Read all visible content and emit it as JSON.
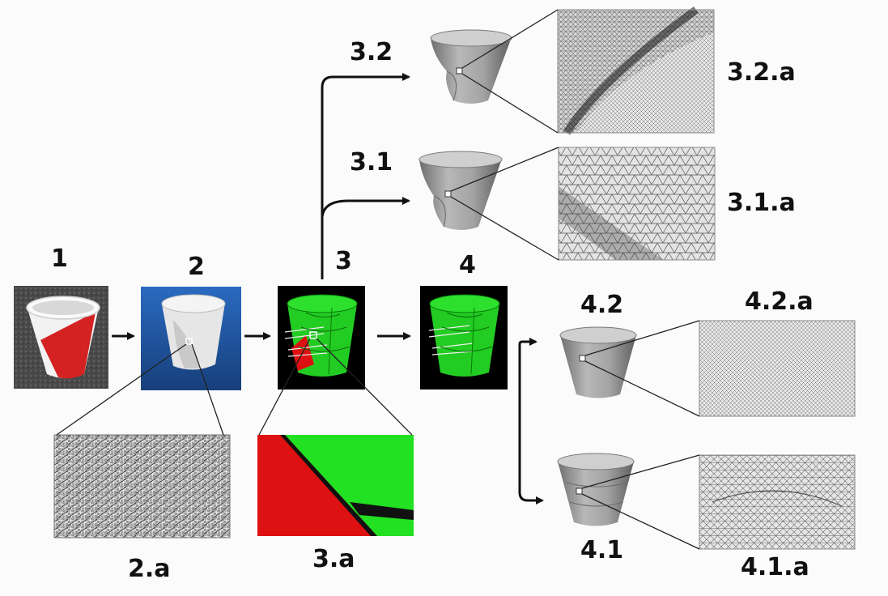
{
  "labels": {
    "step1": "1",
    "step2": "2",
    "step3": "3",
    "step4": "4",
    "step3_1": "3.1",
    "step3_2": "3.2",
    "step4_1": "4.1",
    "step4_2": "4.2",
    "zoom2a": "2.a",
    "zoom3a": "3.a",
    "zoom3_1a": "3.1.a",
    "zoom3_2a": "3.2.a",
    "zoom4_1a": "4.1.a",
    "zoom4_2a": "4.2.a"
  },
  "colors": {
    "arrow": "#111111",
    "mask_green": "#22dd22",
    "mask_red": "#dd1111",
    "photo_blue": "#1f5fae",
    "mesh_gray": "#8e8e8e"
  }
}
